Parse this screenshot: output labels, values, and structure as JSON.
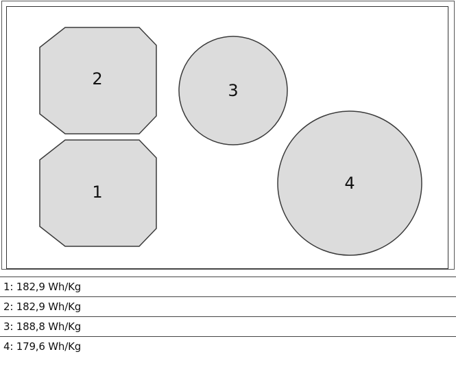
{
  "diagram": {
    "shapes": [
      {
        "id": "1",
        "shape": "octagon",
        "label": "1"
      },
      {
        "id": "2",
        "shape": "octagon",
        "label": "2"
      },
      {
        "id": "3",
        "shape": "circle",
        "label": "3"
      },
      {
        "id": "4",
        "shape": "circle",
        "label": "4"
      }
    ]
  },
  "legend": {
    "rows": [
      {
        "text": "1: 182,9 Wh/Kg"
      },
      {
        "text": "2: 182,9 Wh/Kg"
      },
      {
        "text": "3: 188,8 Wh/Kg"
      },
      {
        "text": "4: 179,6 Wh/Kg"
      }
    ]
  },
  "colors": {
    "shape_fill": "#dcdcdc",
    "shape_stroke": "#3a3a3a",
    "border": "#444444"
  }
}
